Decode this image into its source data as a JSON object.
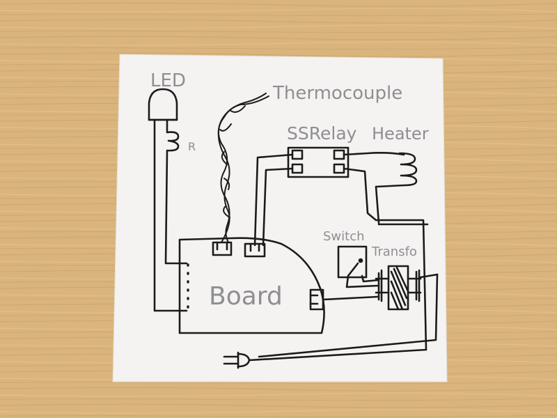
{
  "labels": {
    "led": "LED",
    "resistor": "R",
    "thermocouple": "Thermocouple",
    "ssrelay": "SSRelay",
    "heater": "Heater",
    "switch": "Switch",
    "transfo": "Transfo",
    "board": "Board"
  },
  "colors": {
    "ink": "#1b1b1b",
    "pencil": "#8e8e93",
    "paper": "#f4f3f1",
    "wood": "#d9b47c"
  }
}
